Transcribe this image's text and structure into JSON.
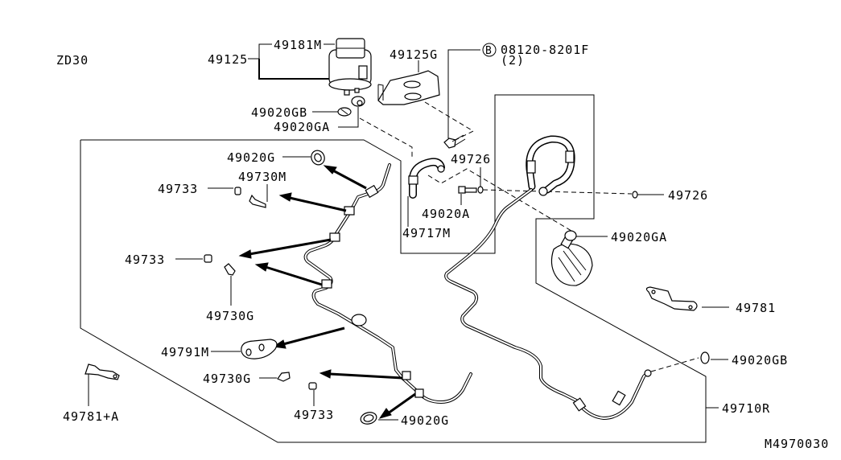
{
  "diagram": {
    "engine_code": "ZD30",
    "figure_id": "M4970030",
    "colors": {
      "line": "#000000",
      "background": "#ffffff"
    },
    "callouts": [
      {
        "id": "c-49125",
        "text": "49125"
      },
      {
        "id": "c-49181M",
        "text": "49181M"
      },
      {
        "id": "c-49125G",
        "text": "49125G"
      },
      {
        "id": "c-bolt-circle",
        "text": "B"
      },
      {
        "id": "c-08120",
        "text": "08120-8201F"
      },
      {
        "id": "c-08120-qty",
        "text": "(2)"
      },
      {
        "id": "c-49020GB-top",
        "text": "49020GB"
      },
      {
        "id": "c-49020GA-top",
        "text": "49020GA"
      },
      {
        "id": "c-49020G-top",
        "text": "49020G"
      },
      {
        "id": "c-49733-a",
        "text": "49733"
      },
      {
        "id": "c-49730M",
        "text": "49730M"
      },
      {
        "id": "c-49726-a",
        "text": "49726"
      },
      {
        "id": "c-49726-b",
        "text": "49726"
      },
      {
        "id": "c-49020A",
        "text": "49020A"
      },
      {
        "id": "c-49717M",
        "text": "49717M"
      },
      {
        "id": "c-49020GA-mid",
        "text": "49020GA"
      },
      {
        "id": "c-49733-b",
        "text": "49733"
      },
      {
        "id": "c-49730G-a",
        "text": "49730G"
      },
      {
        "id": "c-49781",
        "text": "49781"
      },
      {
        "id": "c-49791M",
        "text": "49791M"
      },
      {
        "id": "c-49020GB-bot",
        "text": "49020GB"
      },
      {
        "id": "c-49730G-b",
        "text": "49730G"
      },
      {
        "id": "c-49781A",
        "text": "49781+A"
      },
      {
        "id": "c-49733-c",
        "text": "49733"
      },
      {
        "id": "c-49020G-bot",
        "text": "49020G"
      },
      {
        "id": "c-49710R",
        "text": "49710R"
      }
    ]
  }
}
